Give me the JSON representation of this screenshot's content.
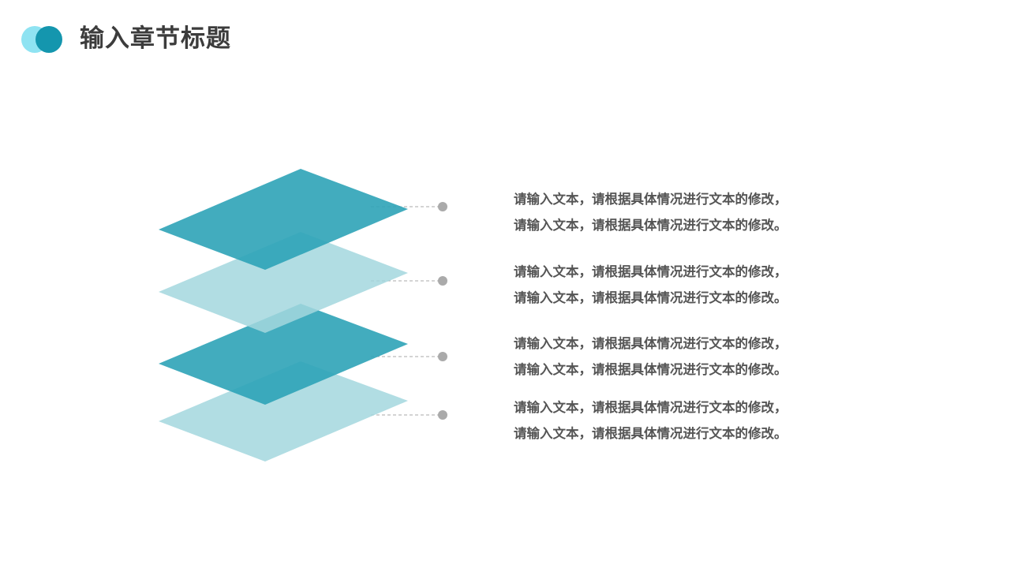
{
  "header": {
    "title": "输入章节标题"
  },
  "colors": {
    "logo_light": "#8fe3f2",
    "logo_dark": "#1496ae",
    "layer_dark": "#2ea3b7",
    "layer_light": "#a3d7de",
    "connector": "#aaaaaa",
    "text": "#555555"
  },
  "items": [
    {
      "line1": "请输入文本，请根据具体情况进行文本的修改，",
      "line2": "请输入文本，请根据具体情况进行文本的修改。"
    },
    {
      "line1": "请输入文本，请根据具体情况进行文本的修改，",
      "line2": "请输入文本，请根据具体情况进行文本的修改。"
    },
    {
      "line1": "请输入文本，请根据具体情况进行文本的修改，",
      "line2": "请输入文本，请根据具体情况进行文本的修改。"
    },
    {
      "line1": "请输入文本，请根据具体情况进行文本的修改，",
      "line2": "请输入文本，请根据具体情况进行文本的修改。"
    }
  ]
}
